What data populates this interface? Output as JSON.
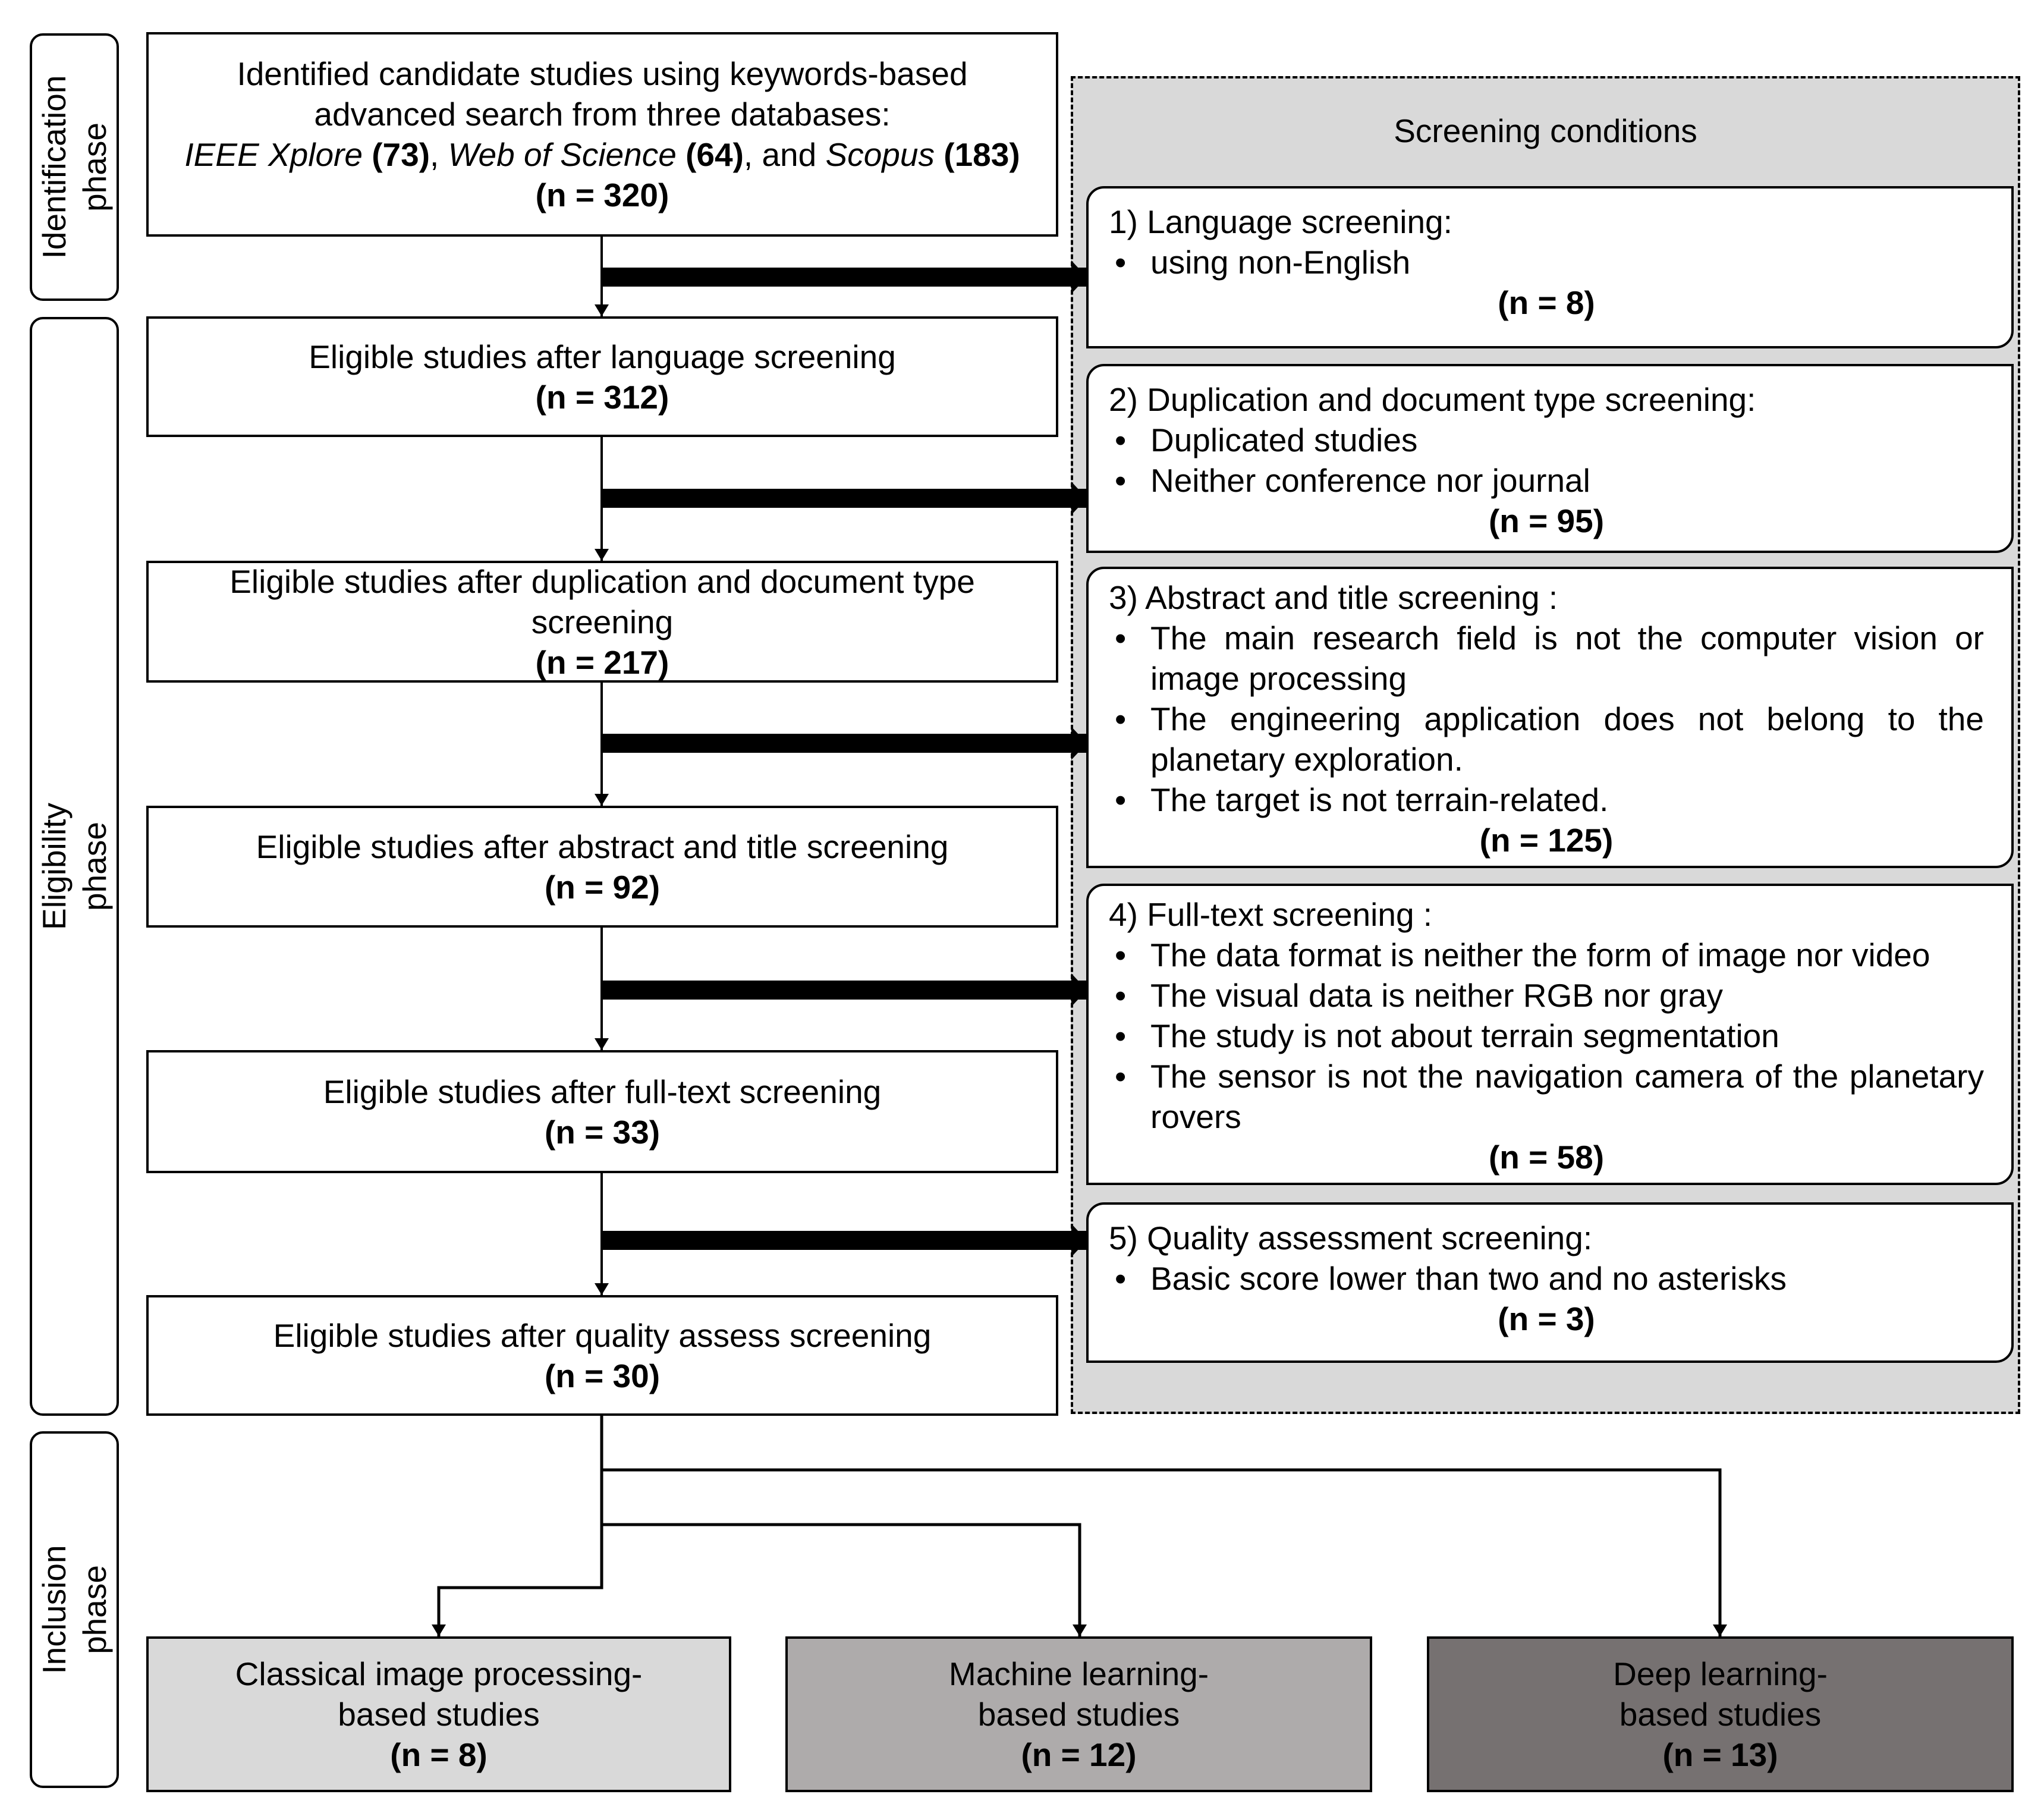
{
  "colors": {
    "screening_region": "#d9d9d9",
    "classical_box": "#d9d9d9",
    "machine_box": "#aeabab",
    "deep_box": "#767171",
    "line": "#000000"
  },
  "phases": {
    "identification": [
      "Identification",
      "phase"
    ],
    "eligibility": [
      "Eligibility",
      "phase"
    ],
    "inclusion": [
      "Inclusion",
      "phase"
    ]
  },
  "identified": {
    "line1": "Identified candidate studies using keywords-based",
    "line2": "advanced search from three databases:",
    "db1_name": "IEEE Xplore",
    "db1_count": "(73)",
    "sep1": ", ",
    "db2_name": "Web of Science",
    "db2_count": "(64)",
    "sep2": ", and ",
    "db3_name": "Scopus",
    "db3_count": "(183)",
    "n": "(n = 320)"
  },
  "eligible": [
    {
      "label": "Eligible studies after language screening",
      "n": "(n = 312)"
    },
    {
      "label": "Eligible studies after duplication and document type screening",
      "n": "(n = 217)"
    },
    {
      "label": "Eligible studies after abstract and title screening",
      "n": "(n = 92)"
    },
    {
      "label": "Eligible studies after full-text screening",
      "n": "(n = 33)"
    },
    {
      "label": "Eligible studies after quality assess screening",
      "n": "(n = 30)"
    }
  ],
  "screening": {
    "title": "Screening conditions",
    "conditions": [
      {
        "title": "1) Language screening:",
        "items": [
          "using non-English"
        ],
        "n": "(n = 8)"
      },
      {
        "title": "2) Duplication and document type screening:",
        "items": [
          "Duplicated studies",
          "Neither conference nor journal"
        ],
        "n": "(n = 95)"
      },
      {
        "title": "3) Abstract and title screening :",
        "items": [
          "The main research field is not the computer vision or image processing",
          "The engineering application does not belong to the planetary exploration.",
          "The target is not terrain-related."
        ],
        "n": "(n = 125)"
      },
      {
        "title": "4) Full-text screening :",
        "items": [
          "The data format is neither the form of image nor video",
          "The visual data is neither RGB nor gray",
          "The study is not about terrain segmentation",
          "The sensor is not the navigation camera of the planetary rovers"
        ],
        "n": "(n = 58)"
      },
      {
        "title": "5) Quality assessment screening:",
        "items": [
          "Basic score lower than two and no asterisks"
        ],
        "n": "(n = 3)"
      }
    ]
  },
  "included": [
    {
      "line1": "Classical image processing-",
      "line2": "based studies",
      "n": "(n = 8)"
    },
    {
      "line1": "Machine learning-",
      "line2": "based studies",
      "n": "(n = 12)"
    },
    {
      "line1": "Deep learning-",
      "line2": "based studies",
      "n": "(n = 13)"
    }
  ]
}
